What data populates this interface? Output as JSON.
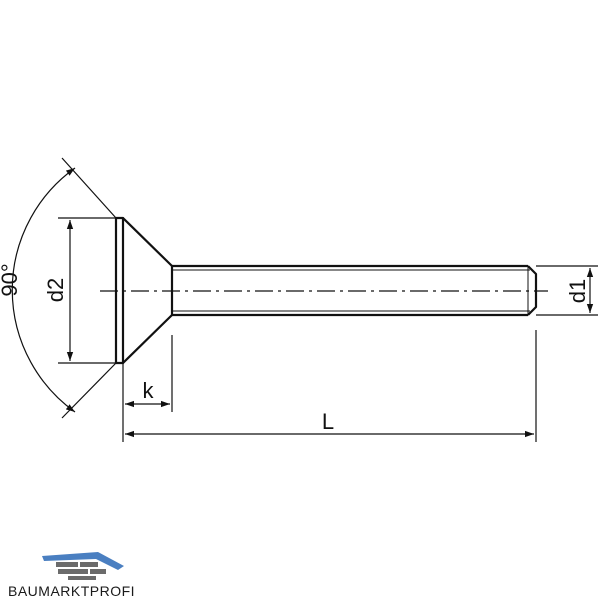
{
  "diagram": {
    "angle_label": "90°",
    "head_diameter_label": "d2",
    "shank_diameter_label": "d1",
    "head_height_label": "k",
    "length_label": "L"
  },
  "brand": {
    "name": "BAUMARKTPROFI",
    "logo_colors": [
      "#4a7fc1",
      "#6b6b6b"
    ]
  }
}
